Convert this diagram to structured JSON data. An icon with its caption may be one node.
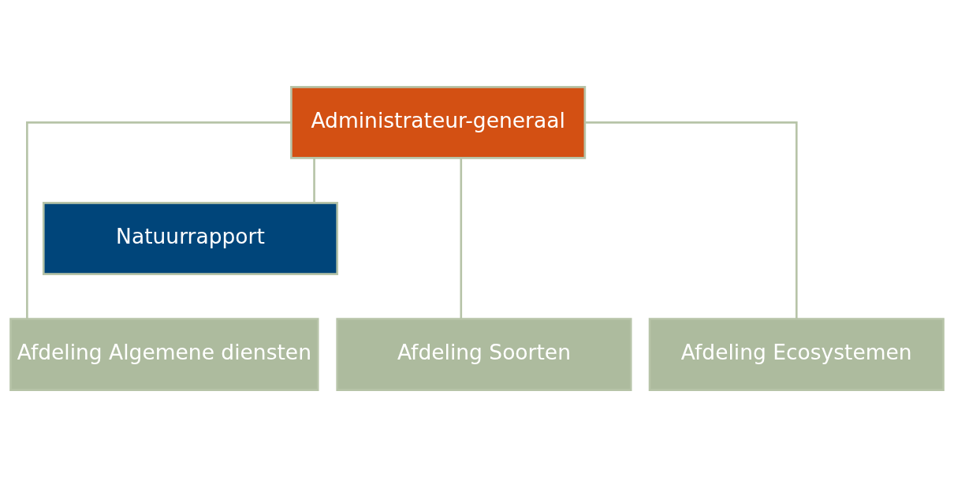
{
  "diagram": {
    "nodes": [
      {
        "text": [
          "Administrateur-generaal"
        ]
      },
      {
        "text": [
          "Natuurrapport"
        ]
      },
      {
        "text": [
          "Afdeling Algemene diensten"
        ]
      },
      {
        "text": [
          "Afdeling Soorten"
        ]
      },
      {
        "text": [
          "Afdeling Ecosystemen"
        ]
      }
    ],
    "edges": [
      {
        "from": 0,
        "to": 1,
        "arrow": "none"
      },
      {
        "from": 0,
        "to": 2,
        "arrow": "none"
      },
      {
        "from": 0,
        "to": 3,
        "arrow": "none"
      },
      {
        "from": 0,
        "to": 4,
        "arrow": "none"
      }
    ]
  }
}
